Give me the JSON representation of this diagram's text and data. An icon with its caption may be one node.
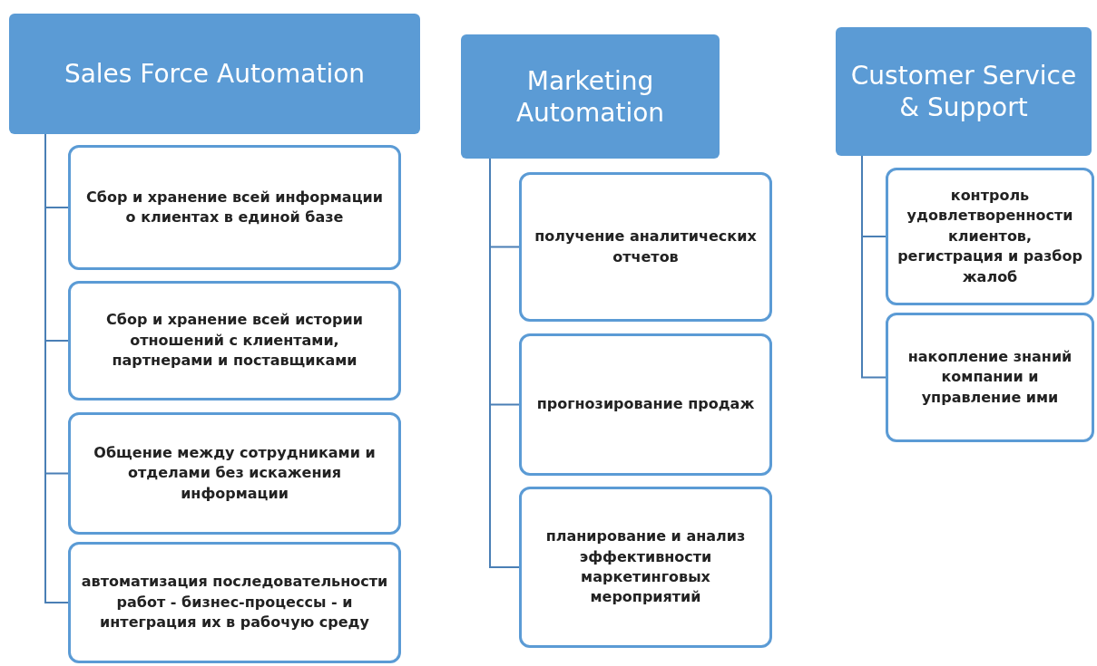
{
  "diagram": {
    "nodes": [
      {
        "text": [
          "Sales Force Automation"
        ]
      },
      {
        "text": [
          "Сбор и хранение всей информации о клиентах в единой базе"
        ]
      },
      {
        "text": [
          "Сбор и хранение всей истории отношений с клиентами, партнерами и поставщиками"
        ]
      },
      {
        "text": [
          "Общение между сотрудниками и отделами без искажения информации"
        ]
      },
      {
        "text": [
          "автоматизация последовательности работ - бизнес-процессы - и интеграция их в рабочую среду"
        ]
      },
      {
        "text": [
          "Marketing Automation"
        ]
      },
      {
        "text": [
          "получение аналитических отчетов"
        ]
      },
      {
        "text": [
          "прогнозирование продаж"
        ]
      },
      {
        "text": [
          "планирование и анализ эффективности маркетинговых мероприятий"
        ]
      },
      {
        "text": [
          "Customer Service & Support"
        ]
      },
      {
        "text": [
          "контроль удовлетворенности клиентов, регистрация и разбор жалоб"
        ]
      },
      {
        "text": [
          "накопление знаний компании и управление ими"
        ]
      }
    ],
    "edges": [
      {
        "from": 0,
        "to": 1,
        "arrow": "none"
      },
      {
        "from": 0,
        "to": 2,
        "arrow": "none"
      },
      {
        "from": 0,
        "to": 3,
        "arrow": "none"
      },
      {
        "from": 0,
        "to": 4,
        "arrow": "none"
      },
      {
        "from": 5,
        "to": 6,
        "arrow": "none"
      },
      {
        "from": 5,
        "to": 7,
        "arrow": "none"
      },
      {
        "from": 5,
        "to": 8,
        "arrow": "none"
      },
      {
        "from": 9,
        "to": 10,
        "arrow": "none"
      },
      {
        "from": 9,
        "to": 11,
        "arrow": "none"
      }
    ]
  }
}
